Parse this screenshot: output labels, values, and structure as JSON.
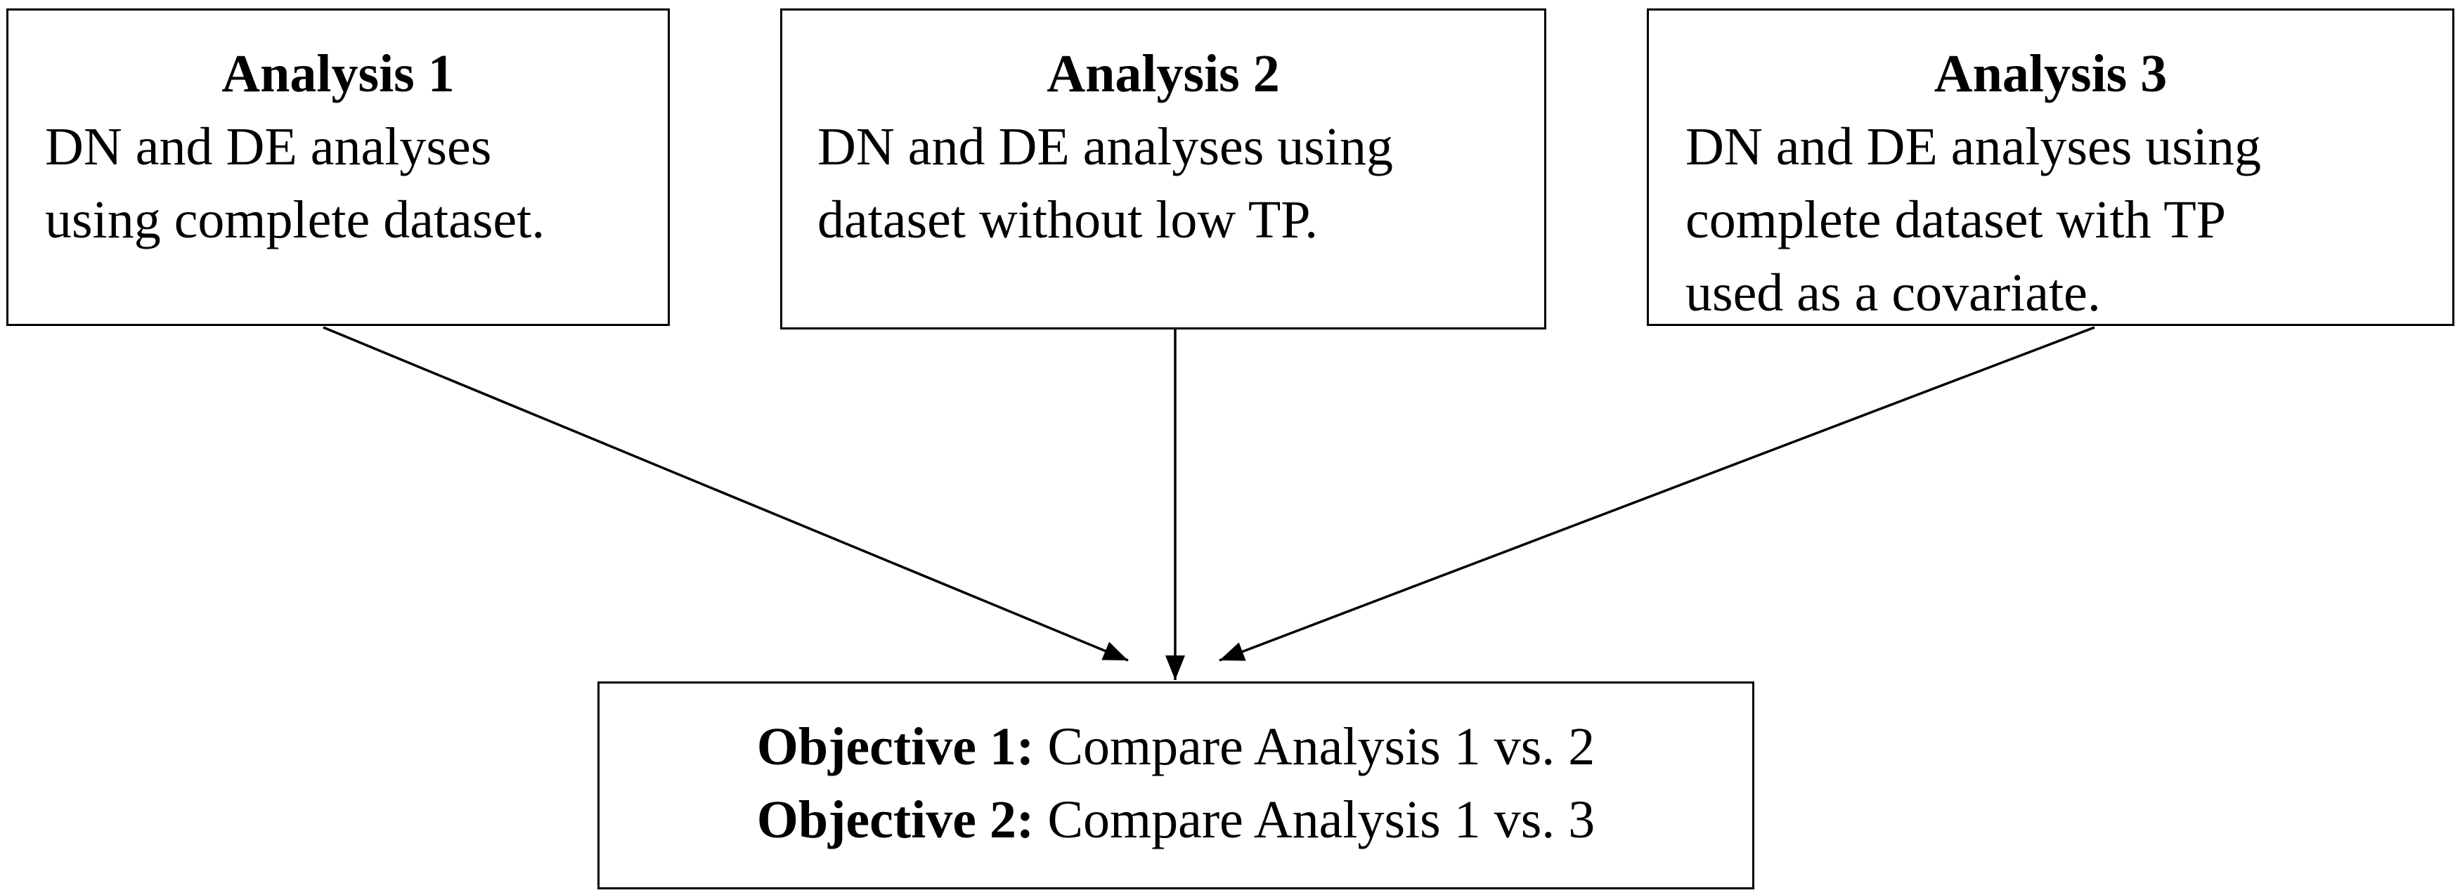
{
  "boxes": [
    {
      "title": "Analysis 1",
      "lines": [
        "DN and DE analyses",
        "using complete dataset."
      ]
    },
    {
      "title": "Analysis 2",
      "lines": [
        "DN and DE analyses using",
        "dataset without low TP."
      ]
    },
    {
      "title": "Analysis 3",
      "lines": [
        "DN and DE analyses using",
        "complete dataset with TP",
        "used as a covariate."
      ]
    }
  ],
  "objectives": [
    {
      "label": "Objective 1:",
      "text": " Compare Analysis 1 vs. 2"
    },
    {
      "label": "Objective 2:",
      "text": " Compare Analysis 1 vs. 3"
    }
  ]
}
